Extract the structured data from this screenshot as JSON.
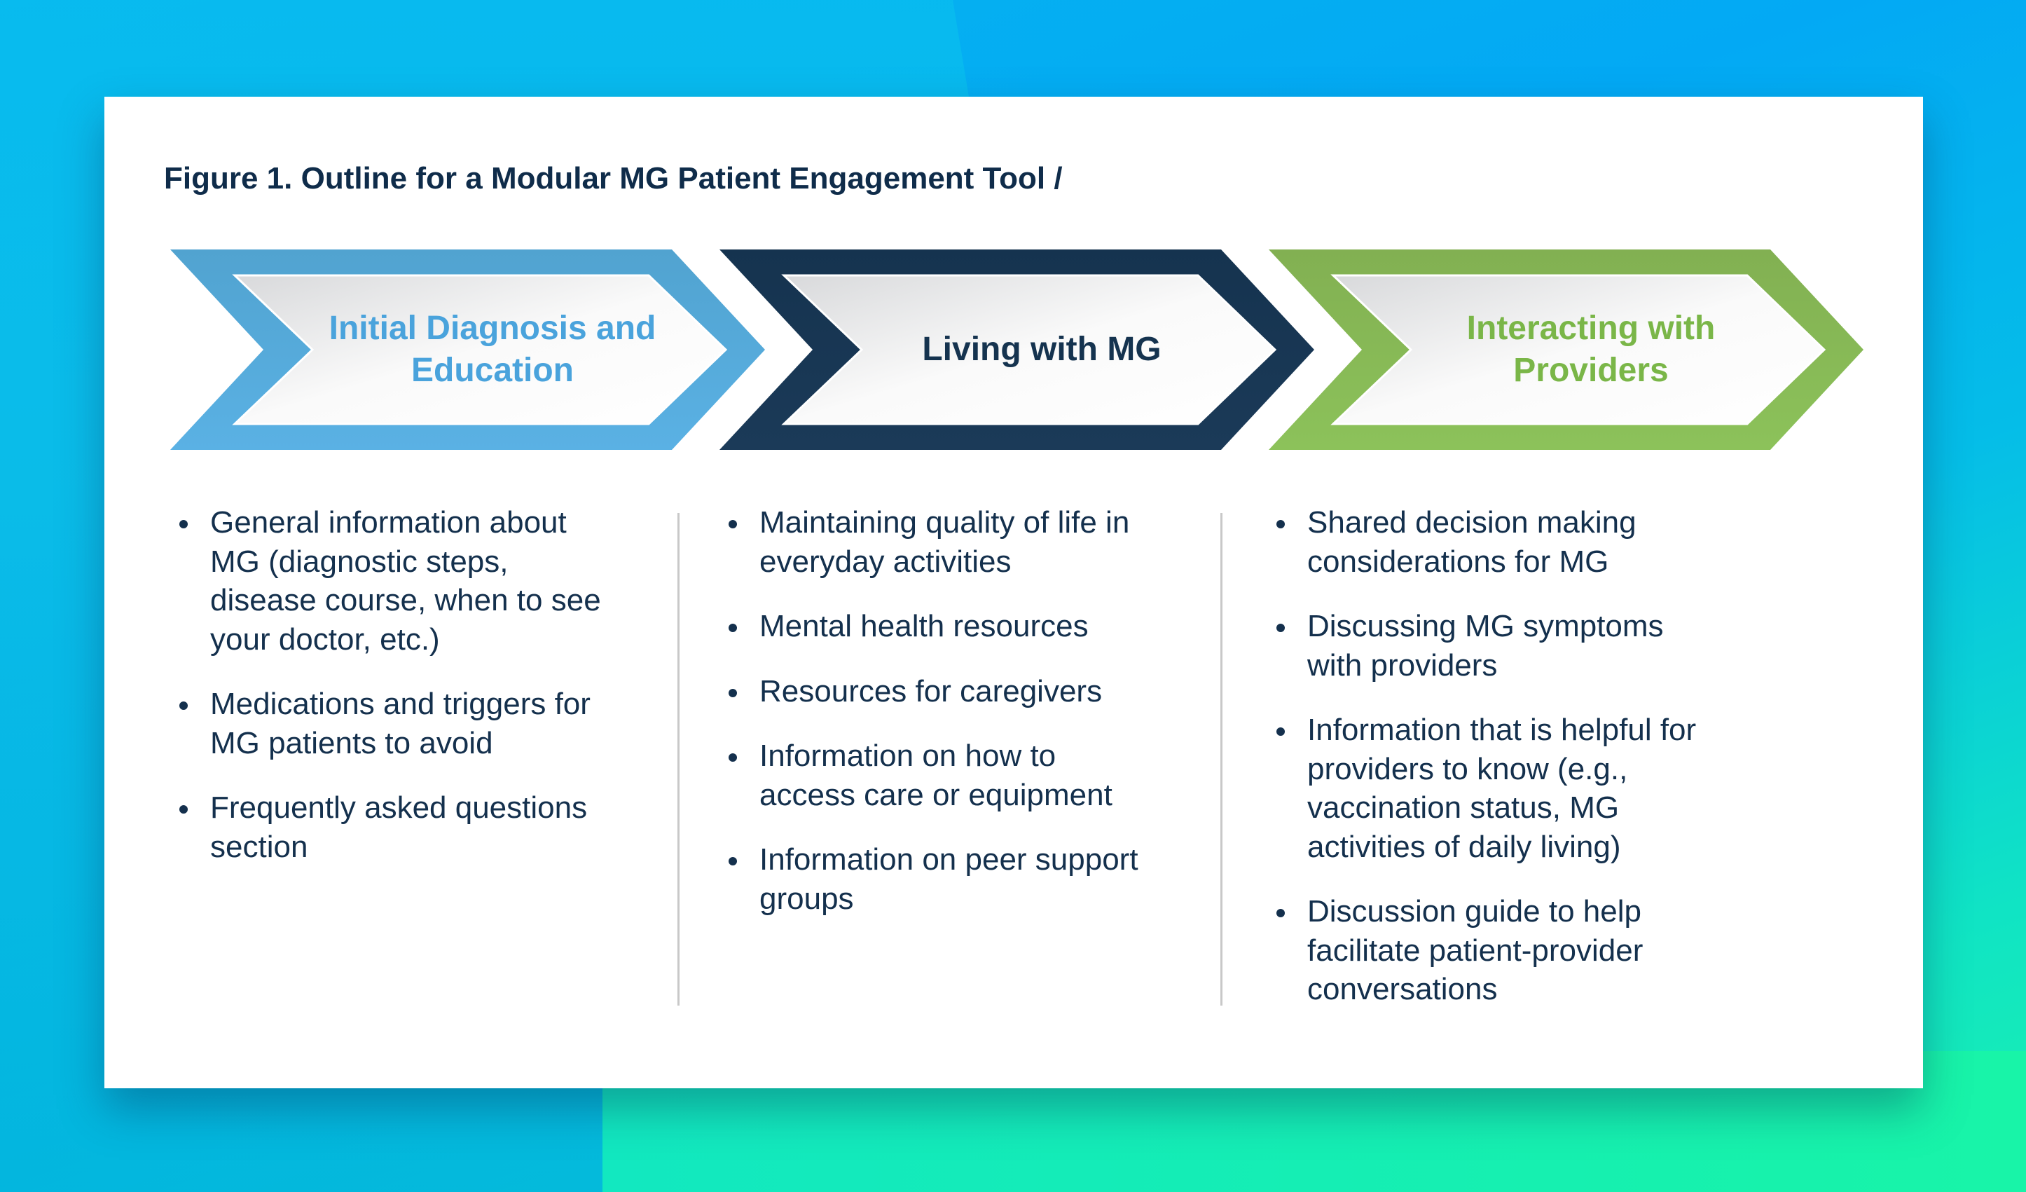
{
  "title": "Figure 1. Outline for a Modular MG Patient Engagement Tool /",
  "columns": [
    {
      "label": "Initial Diagnosis and Education",
      "color": "#4aa3dc",
      "items": [
        "General information about MG (diagnostic steps, disease course, when to see your doctor, etc.)",
        "Medications and triggers for MG patients to avoid",
        "Frequently asked questions section"
      ]
    },
    {
      "label": "Living with MG",
      "color": "#15334f",
      "items": [
        "Maintaining quality of life in everyday activities",
        "Mental health resources",
        "Resources for caregivers",
        "Information on how to access care or equipment",
        "Information on peer support groups"
      ]
    },
    {
      "label": "Interacting with Providers",
      "color": "#7ab648",
      "items": [
        "Shared decision making considerations for MG",
        "Discussing MG symptoms with providers",
        "Information that is helpful for providers to know (e.g., vaccination status, MG activities of daily living)",
        "Discussion guide to help facilitate patient-provider conversations"
      ]
    }
  ]
}
